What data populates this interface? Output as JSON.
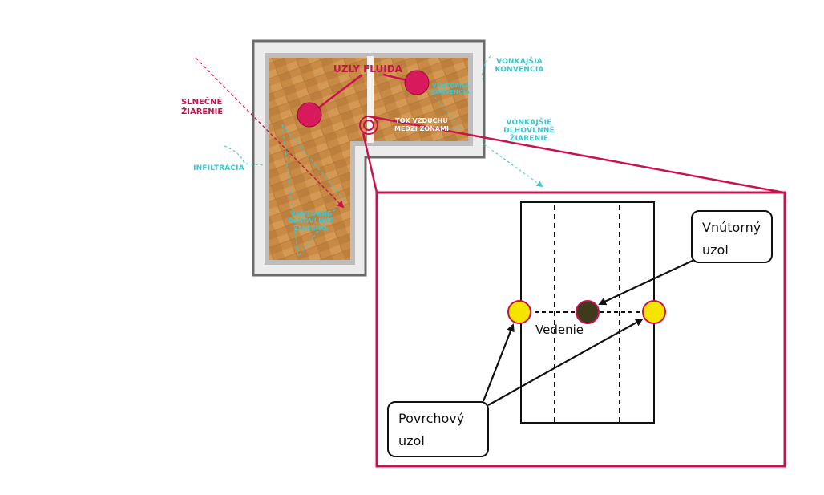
{
  "plan_labels": {
    "solar": "SLNEČNÉ ŽIARENIE",
    "infiltration": "INFILTRÁCIA",
    "fluid_nodes": "UZLY FLUIDA",
    "internal_convection": "VNÚTORNÁ KONVENCIA",
    "external_convection": "VONKAJŠIA KONVENCIA",
    "external_longwave": "VONKAJŠIE DLHOVLNNÉ ŽIARENIE",
    "internal_longwave": "VNÚTORNÉ DLHOVLNNÉ ŽIARENIE",
    "airflow": "TOK VZDUCHU MEDZI ZÓNAMI"
  },
  "detail": {
    "conduction": "Vedenie",
    "internal_node": "Vnútorný uzol",
    "surface_node": "Povrchový uzol"
  },
  "colors": {
    "magenta": "#c8134f",
    "cyan": "#3cc6cf",
    "node_yellow": "#f5e400",
    "node_dark": "#3f3a1c"
  }
}
